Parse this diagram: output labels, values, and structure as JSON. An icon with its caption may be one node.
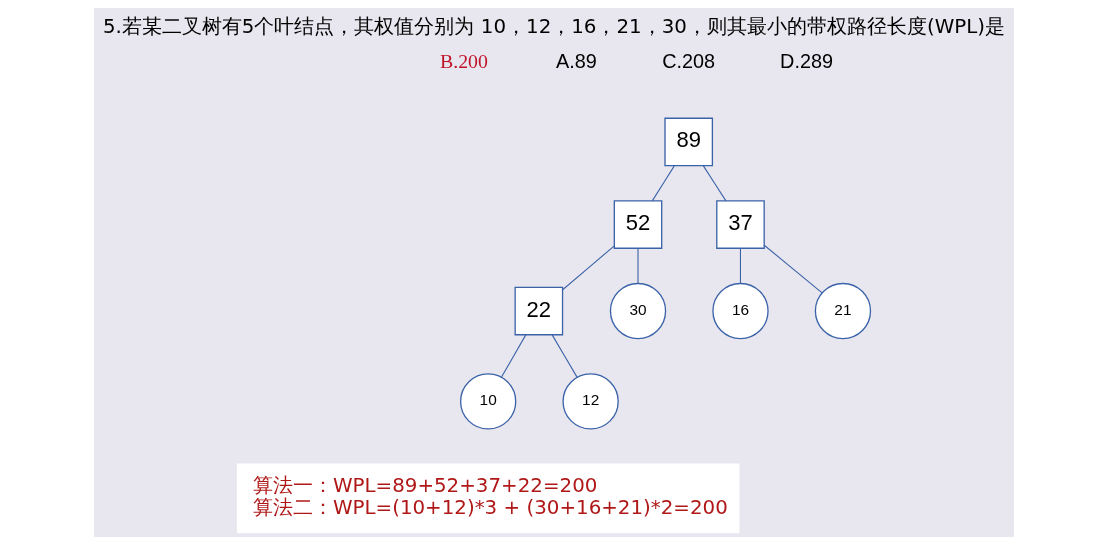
{
  "diagram": {
    "title": "5.若某二叉树有5个叶结点，其权值分别为 10，12，16，21，30，则其最小的带权路径长度(WPL)是",
    "nodes": [
      {
        "text": [
          "89"
        ]
      },
      {
        "text": [
          "52"
        ]
      },
      {
        "text": [
          "37"
        ]
      },
      {
        "text": [
          "22"
        ]
      },
      {
        "text": [
          "30"
        ]
      },
      {
        "text": [
          "16"
        ]
      },
      {
        "text": [
          "21"
        ]
      },
      {
        "text": [
          "10"
        ]
      },
      {
        "text": [
          "12"
        ]
      },
      {
        "text": [
          "算法一：WPL=89+52+37+22=200",
          "算法二：WPL=(10+12)*3 + (30+16+21)*2=200"
        ]
      }
    ],
    "edges": [
      {
        "from": 0,
        "to": 1,
        "arrow": "none"
      },
      {
        "from": 0,
        "to": 2,
        "arrow": "none"
      },
      {
        "from": 1,
        "to": 3,
        "arrow": "none"
      },
      {
        "from": 1,
        "to": 4,
        "arrow": "none"
      },
      {
        "from": 2,
        "to": 5,
        "arrow": "none"
      },
      {
        "from": 2,
        "to": 6,
        "arrow": "none"
      },
      {
        "from": 3,
        "to": 7,
        "arrow": "none"
      },
      {
        "from": 3,
        "to": 8,
        "arrow": "none"
      }
    ],
    "labels": [
      "B.200",
      "A.89",
      "C.208",
      "D.289"
    ]
  }
}
